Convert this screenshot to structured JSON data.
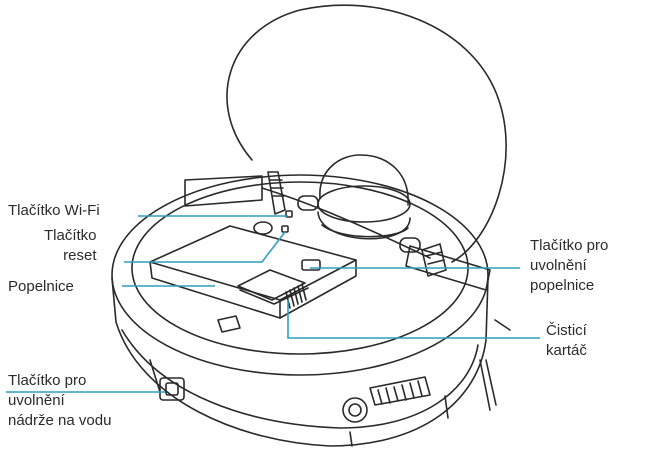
{
  "accent_color": "#2f9fbf",
  "outline_color": "#2a2a2a",
  "labels": {
    "wifi_button": [
      "Tlačítko Wi-Fi"
    ],
    "reset_button": [
      "Tlačítko",
      "reset"
    ],
    "dustbin": [
      "Popelnice"
    ],
    "water_tank_release": [
      "Tlačítko pro",
      "uvolnění",
      "nádrže na vodu"
    ],
    "dustbin_release": [
      "Tlačítko pro",
      "uvolnění",
      "popelnice"
    ],
    "brush": [
      "Čisticí",
      "kartáč"
    ]
  }
}
